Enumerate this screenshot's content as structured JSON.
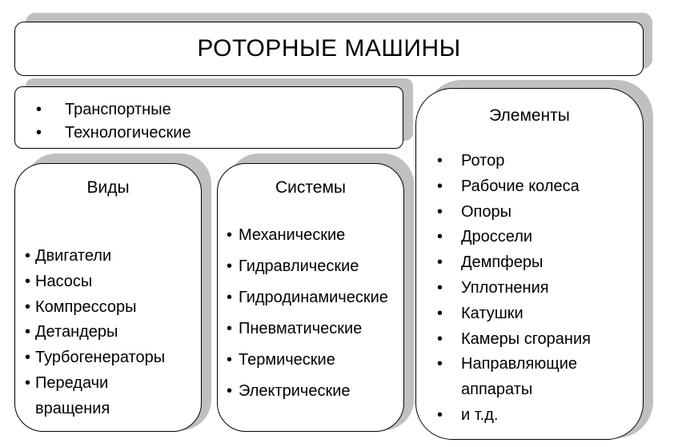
{
  "title": "РОТОРНЫЕ МАШИНЫ",
  "types": [
    "Транспортные",
    "Технологические"
  ],
  "vidy": {
    "heading": "Виды",
    "items": [
      "Двигатели",
      "Насосы",
      "Компрессоры",
      "Детандеры",
      "Турбогенераторы",
      "Передачи вращения"
    ]
  },
  "sistemy": {
    "heading": "Системы",
    "items": [
      "Механические",
      "Гидравлические",
      "Гидродинамические",
      "Пневматические",
      "Термические",
      "Электрические"
    ]
  },
  "elementy": {
    "heading": "Элементы",
    "items": [
      "Ротор",
      "Рабочие колеса",
      "Опоры",
      "Дроссели",
      "Демпферы",
      "Уплотнения",
      "Катушки",
      "Камеры сгорания",
      "Направляющие аппараты",
      "и т.д."
    ]
  },
  "colors": {
    "shadow": "#c0c0c0",
    "border": "#000000",
    "fill": "#ffffff"
  }
}
